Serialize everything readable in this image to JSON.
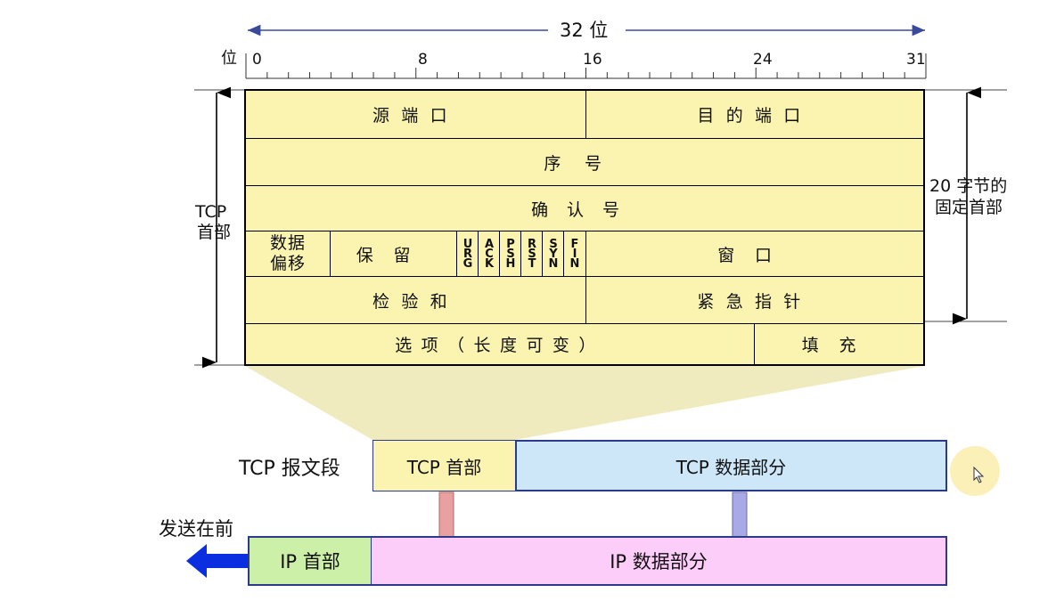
{
  "ruler": {
    "width_label": "32 位",
    "axis_label": "位",
    "ticks": [
      "0",
      "8",
      "16",
      "24",
      "31"
    ]
  },
  "header": {
    "left_label": "TCP\n首部",
    "right_label": "20 字节的\n固定首部",
    "src_port": "源端口",
    "dst_port": "目的端口",
    "seq": "序号",
    "ack": "确认号",
    "data_offset": "数据\n偏移",
    "reserved": "保留",
    "flags": [
      "URG",
      "ACK",
      "PSH",
      "RST",
      "SYN",
      "FIN"
    ],
    "window": "窗口",
    "checksum": "检验和",
    "urgent": "紧急指针",
    "options": "选项（长度可变）",
    "padding": "填充"
  },
  "segment": {
    "label": "TCP 报文段",
    "tcp_header": "TCP 首部",
    "tcp_data": "TCP 数据部分"
  },
  "ip": {
    "send_first": "发送在前",
    "ip_header": "IP 首部",
    "ip_data": "IP 数据部分"
  },
  "colors": {
    "header_fill": "#fbf4b0",
    "tcp_data_fill": "#cde7f8",
    "ip_header_fill": "#cdf0a8",
    "ip_data_fill": "#fbcdf8",
    "arrow_blue": "#0a2ee0",
    "arrow_pink": "#e8a0a0",
    "arrow_lavender": "#a9a9e6"
  }
}
